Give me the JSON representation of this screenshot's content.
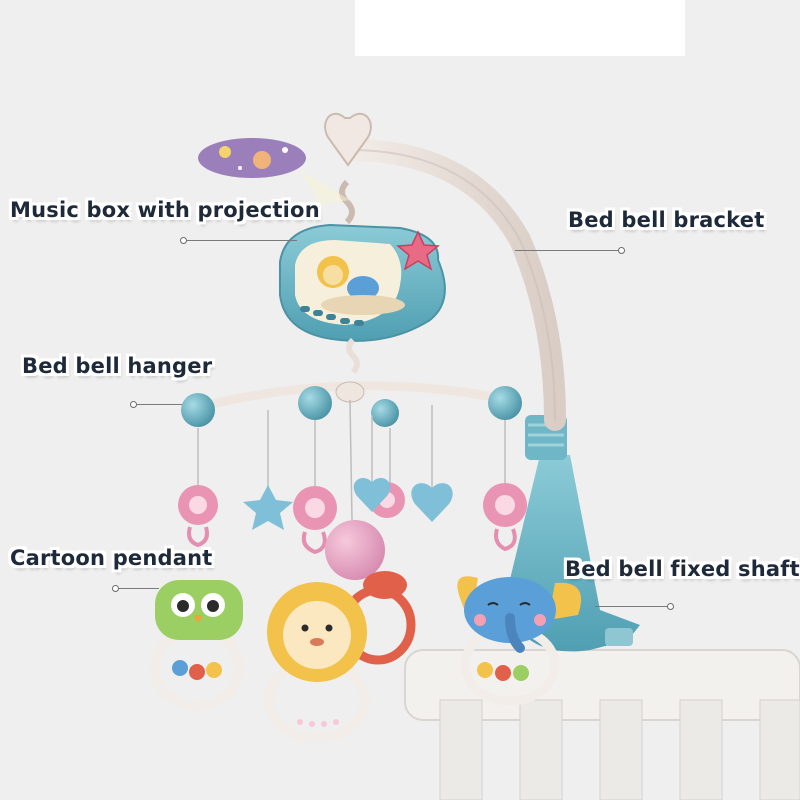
{
  "labels": {
    "music_box": "Music box with projection",
    "bracket": "Bed bell bracket",
    "hanger": "Bed bell hanger",
    "pendant": "Cartoon pendant",
    "shaft": "Bed bell fixed shaft"
  },
  "colors": {
    "background": "#efefef",
    "label_text": "#1e2a3a",
    "toy_teal": "#6fb6c6",
    "toy_pink": "#e58fb0",
    "toy_yellow": "#f2c24a",
    "toy_green": "#9ccf63",
    "toy_red": "#e0604a",
    "toy_blue": "#5b9fd8",
    "crib_white": "#f3f1ee"
  }
}
